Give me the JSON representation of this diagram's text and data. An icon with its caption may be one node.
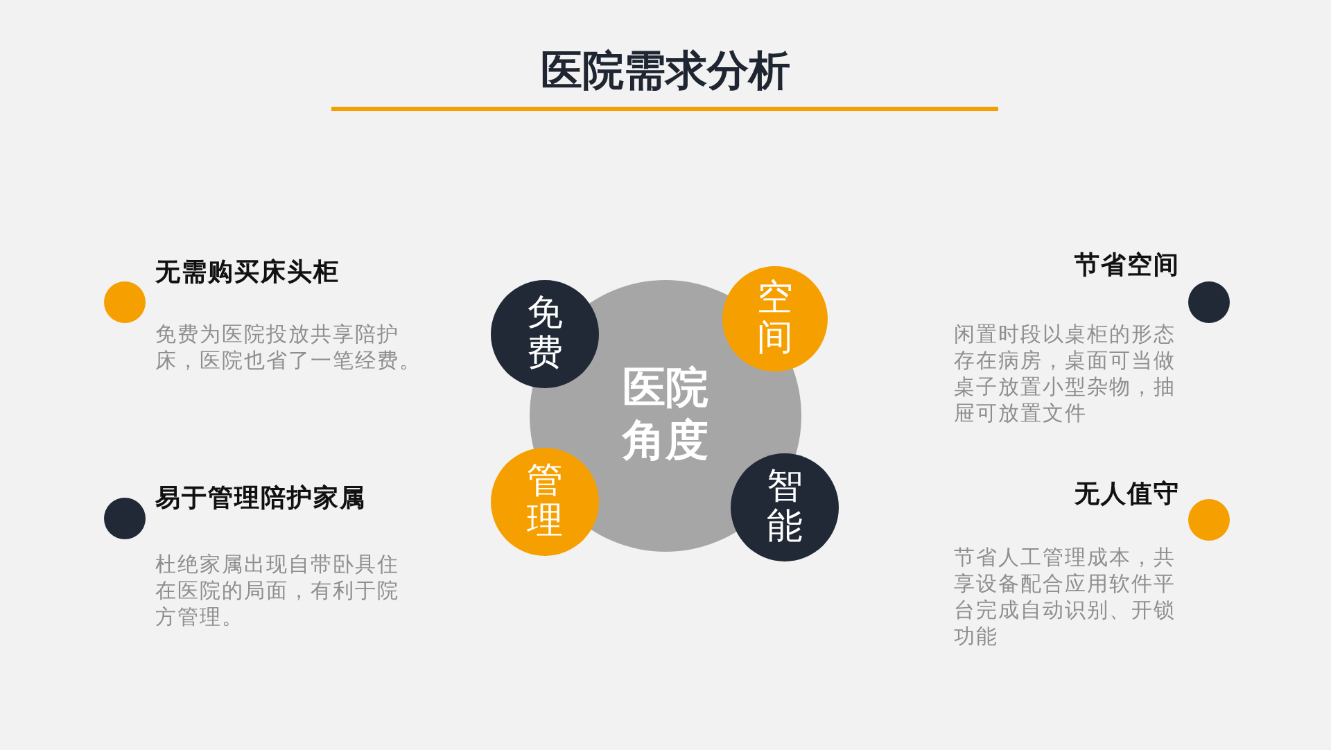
{
  "diagram": {
    "title": "医院需求分析",
    "nodes": [
      {
        "text": [
          "医院角度"
        ]
      },
      {
        "text": [
          "免费"
        ]
      },
      {
        "text": [
          "空间"
        ]
      },
      {
        "text": [
          "管理"
        ]
      },
      {
        "text": [
          "智能"
        ]
      },
      {
        "text": [],
        "shape": "circle",
        "beside": [
          "无需购买床头柜",
          "免费为医院投放共享陪护床，医院也省了一笔经费。"
        ]
      },
      {
        "text": [],
        "shape": "circle",
        "beside": [
          "节省空间",
          "闲置时段以桌柜的形态存在病房，桌面可当做桌子放置小型杂物，抽屉可放置文件"
        ]
      },
      {
        "text": [],
        "shape": "circle",
        "beside": [
          "易于管理陪护家属",
          "杜绝家属出现自带卧具住在医院的局面，有利于院方管理。"
        ]
      },
      {
        "text": [],
        "shape": "circle",
        "beside": [
          "无人值守",
          "节省人工管理成本，共享设备配合应用软件平台完成自动识别、开锁功能"
        ]
      }
    ]
  }
}
